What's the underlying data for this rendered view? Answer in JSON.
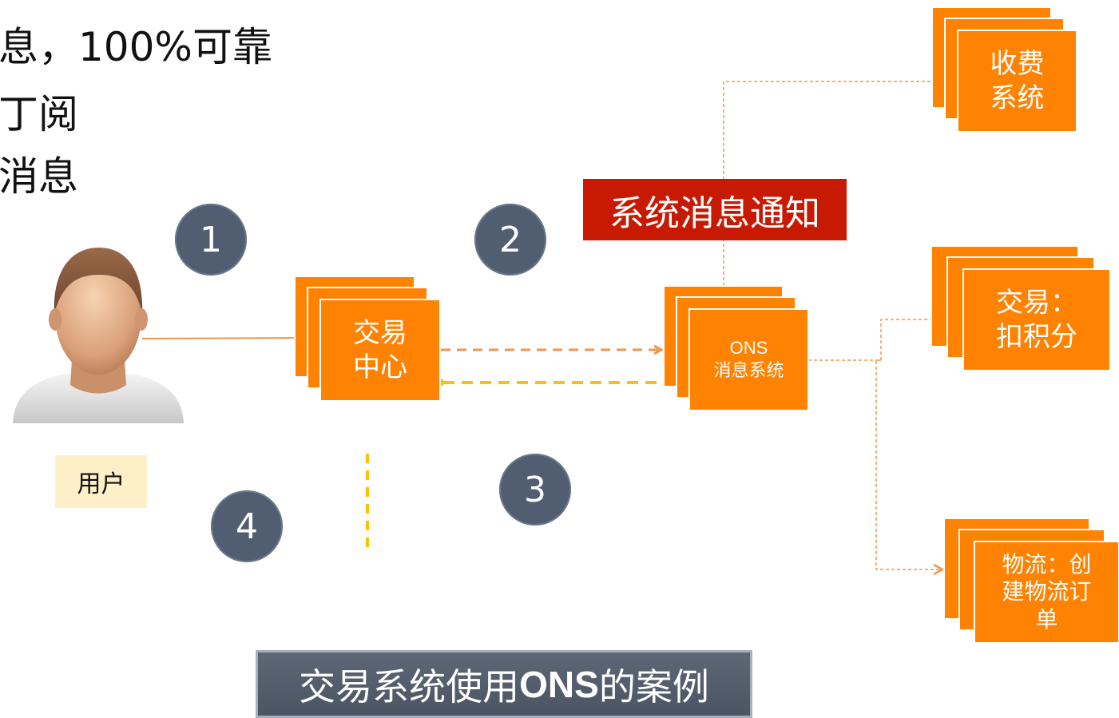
{
  "bullets": [
    "息，100%可靠",
    "丁阅",
    "消息"
  ],
  "user": {
    "label": "用户"
  },
  "steps": [
    "1",
    "2",
    "3",
    "4"
  ],
  "nodes": {
    "trade_center": "交易\n中心",
    "ons_title": "ONS",
    "ons_subtitle": "消息系统",
    "billing": "收费\n系统",
    "points": "交易：\n扣积分",
    "logistics": "物流：创\n建物流订\n单"
  },
  "notice": "系统消息通知",
  "case_title": {
    "prefix": "交易系统使用",
    "highlight": "ONS",
    "suffix": "的案例"
  },
  "colors": {
    "node_orange": "#ff8200",
    "step_circle": "#515e72",
    "notice_red": "#c81a02",
    "connector_orange": "#f0964a",
    "connector_yellow": "#ffc000",
    "user_label_bg": "#fdefc7",
    "title_bg": "#535d6c"
  }
}
